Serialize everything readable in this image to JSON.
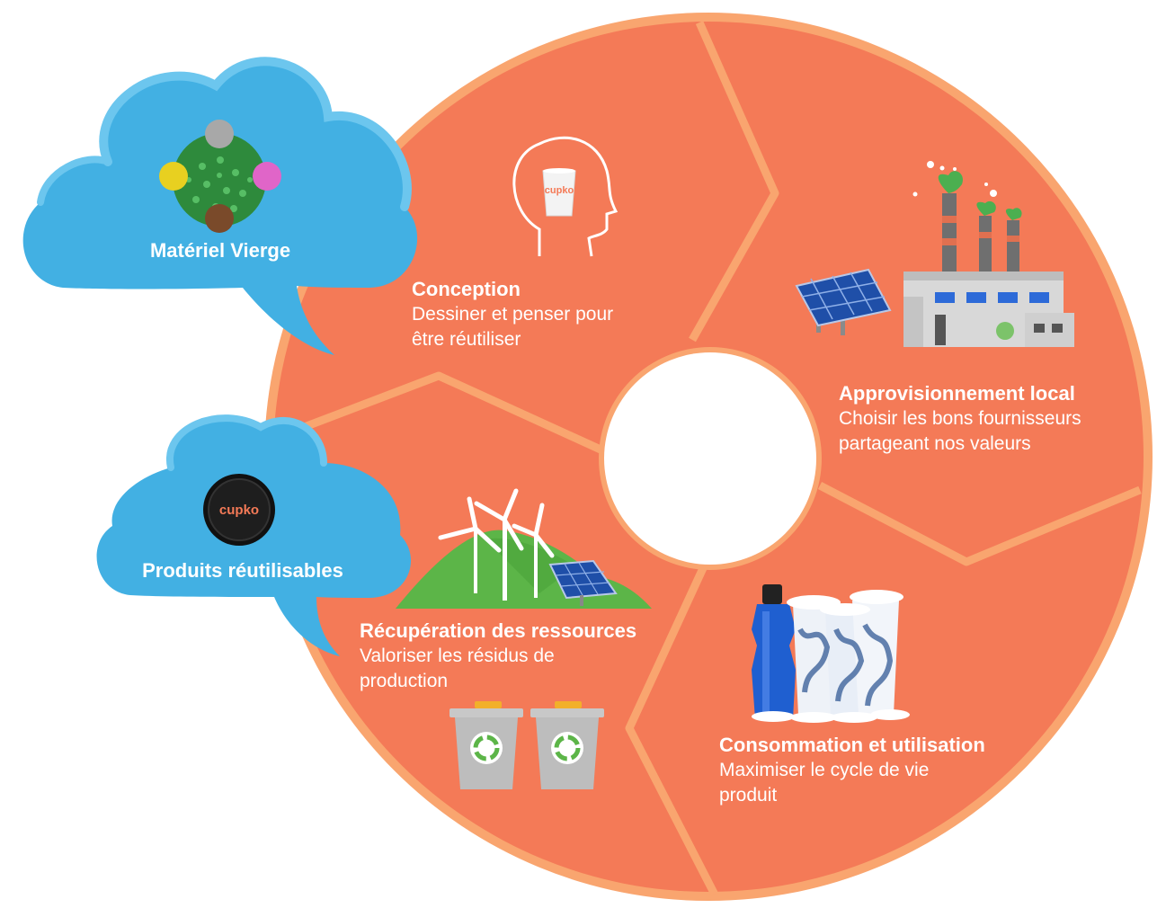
{
  "clouds": {
    "virgin": {
      "label": "Matériel Vierge"
    },
    "reusable": {
      "label": "Produits réutilisables",
      "lid_brand": "cupko"
    }
  },
  "segments": {
    "conception": {
      "title": "Conception",
      "desc": [
        "Dessiner et penser pour",
        "être réutiliser"
      ],
      "cup_brand": "cupko"
    },
    "sourcing": {
      "title": "Approvisionnement local",
      "desc": [
        "Choisir les bons fournisseurs",
        "partageant nos valeurs"
      ]
    },
    "consumption": {
      "title": "Consommation et utilisation",
      "desc": [
        "Maximiser le cycle de vie",
        "produit"
      ]
    },
    "recovery": {
      "title": "Récupération des ressources",
      "desc": [
        "Valoriser les résidus de",
        "production"
      ]
    }
  },
  "colors": {
    "wheel": "#f47a57",
    "wheel_border": "#f9a56f",
    "cloud": "#42b0e3",
    "cloud_dark": "#2a95cc"
  }
}
